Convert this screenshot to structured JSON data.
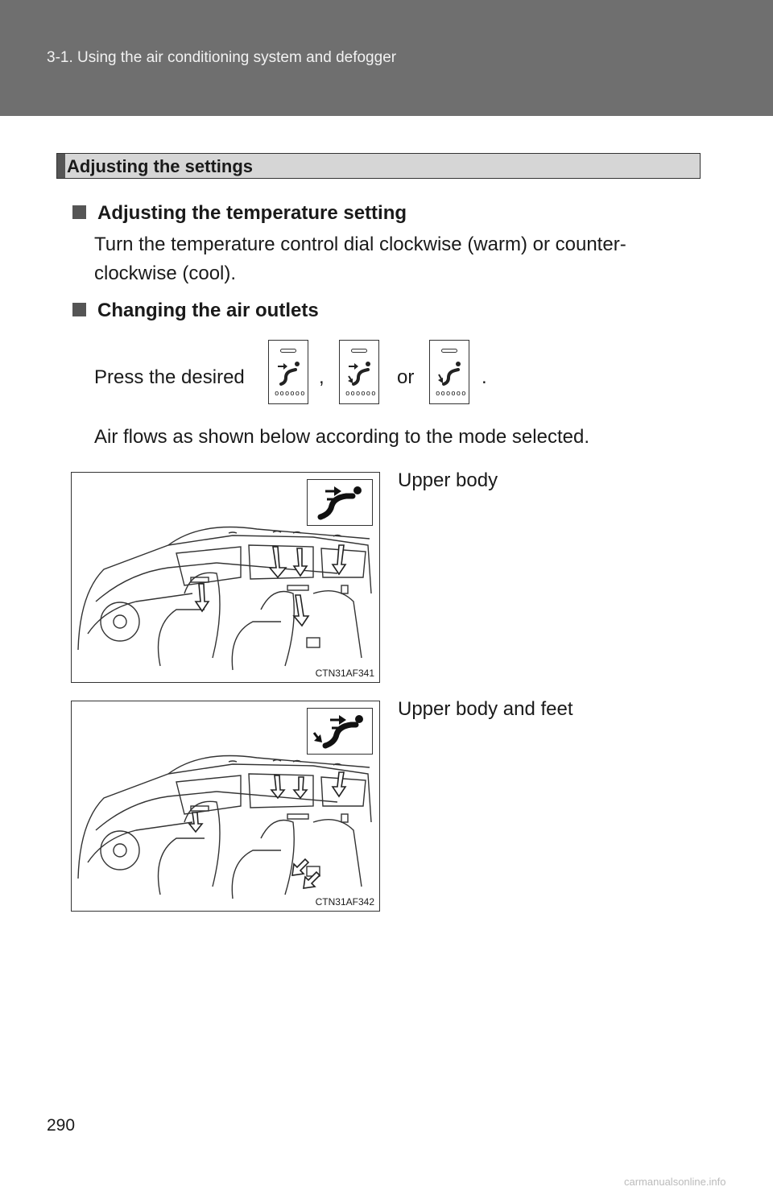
{
  "header": {
    "title": "3-1. Using the air conditioning system and defogger"
  },
  "section": {
    "title": "Adjusting the settings"
  },
  "temperature": {
    "heading": "Adjusting the temperature setting",
    "line1": "Turn the temperature control dial clockwise (warm) or counter-",
    "line2": "clockwise (cool)."
  },
  "outlets": {
    "heading": "Changing the air outlets",
    "press_text": "Press the desired",
    "comma": ",",
    "or": "or",
    "period": ".",
    "airflow_text": "Air flows as shown below according to the mode selected."
  },
  "figures": [
    {
      "caption": "Upper body",
      "code": "CTN31AF341",
      "icon": "upper-body-mode-icon"
    },
    {
      "caption": "Upper body and feet",
      "code": "CTN31AF342",
      "icon": "bi-level-mode-icon"
    }
  ],
  "page_number": "290",
  "watermark": "carmanualsonline.info"
}
